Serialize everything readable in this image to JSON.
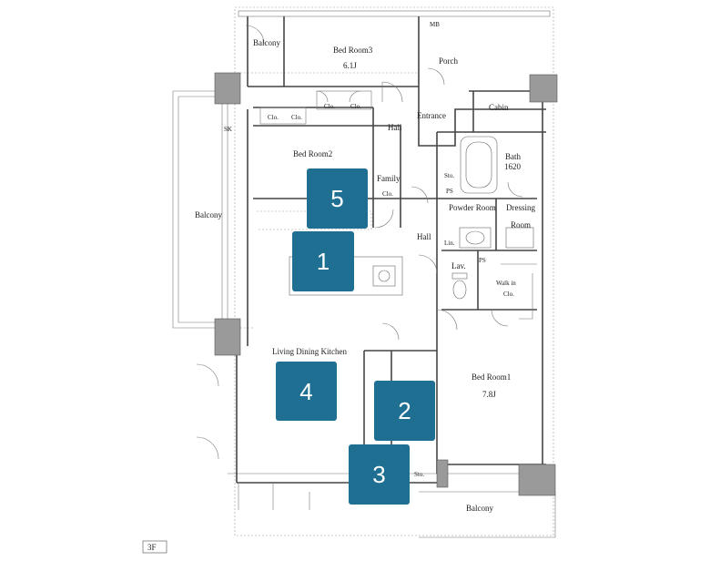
{
  "rooms": {
    "bedroom3": {
      "name": "Bed Room3",
      "size": "6.1J"
    },
    "bedroom2": {
      "name": "Bed Room2"
    },
    "bedroom1": {
      "name": "Bed Room1",
      "size": "7.8J"
    },
    "ldk": {
      "name": "Living Dining Kitchen"
    },
    "balcony_top": "Balcony",
    "balcony_left": "Balcony",
    "balcony_bottom": "Balcony",
    "hall_upper": "Hall",
    "hall_lower": "Hall",
    "entrance": "Entrance",
    "porch": "Porch",
    "cabin": "Cabin",
    "bath": {
      "name": "Bath",
      "size": "1620"
    },
    "powder_room": "Powder Room",
    "dressing_room": {
      "line1": "Dressing",
      "line2": "Room"
    },
    "family": "Family",
    "lav": "Lav.",
    "walk_in": {
      "line1": "Walk in",
      "line2": "Clo."
    },
    "mb": "MB"
  },
  "storage": {
    "clo_bed3_a": "Clo.",
    "clo_bed3_b": "Clo.",
    "clo_bed2_a": "Clo.",
    "clo_bed2_b": "Clo.",
    "clo_family": "Clo.",
    "sto_bath": "Sto.",
    "ps_bath": "PS",
    "ps_lav": "PS",
    "lin": "Lin.",
    "sto_bottom": "Sto.",
    "sk": "SK"
  },
  "markers": [
    "1",
    "2",
    "3",
    "4",
    "5"
  ],
  "floor": "3F"
}
